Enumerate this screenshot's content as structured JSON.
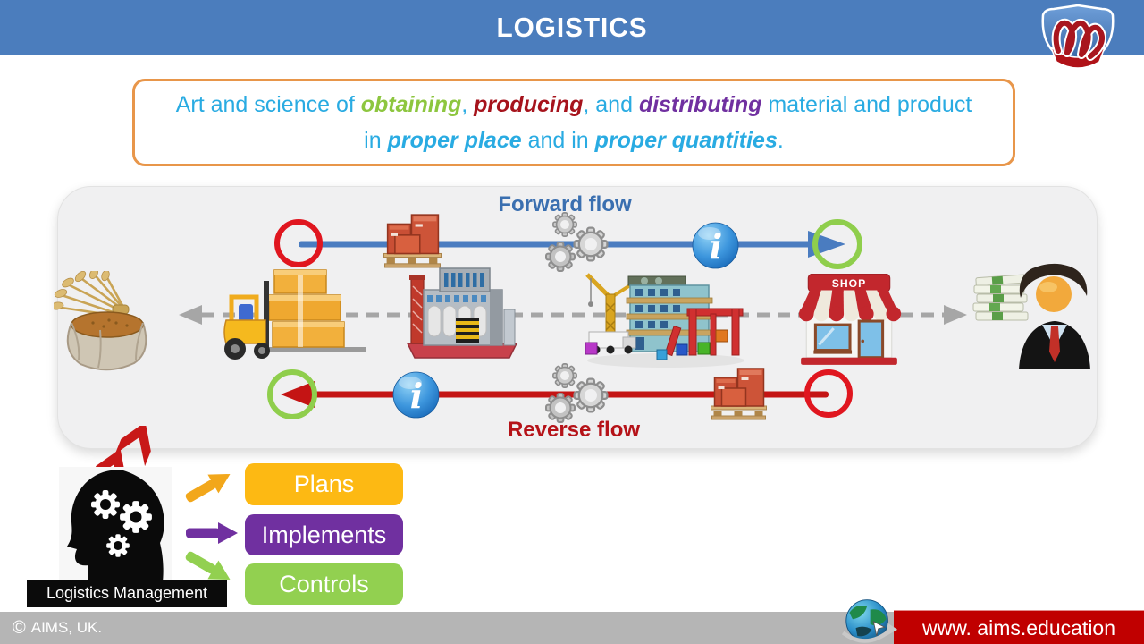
{
  "header": {
    "title": "LOGISTICS"
  },
  "logo": {
    "icon": "aims-crest-icon"
  },
  "definition": {
    "palette": {
      "blue": "#29abe2",
      "green": "#8dc63f",
      "red": "#a6131c",
      "purple": "#7030a0"
    },
    "border_color": "#e8964a",
    "lines": [
      [
        {
          "text": "Art and science of ",
          "color": "blue",
          "bold": false,
          "italic": false
        },
        {
          "text": "obtaining",
          "color": "green",
          "bold": true,
          "italic": true
        },
        {
          "text": ", ",
          "color": "blue",
          "bold": false,
          "italic": false
        },
        {
          "text": "producing",
          "color": "red",
          "bold": true,
          "italic": true
        },
        {
          "text": ", and ",
          "color": "blue",
          "bold": false,
          "italic": false
        },
        {
          "text": "distributing",
          "color": "purple",
          "bold": true,
          "italic": true
        },
        {
          "text": " material and product",
          "color": "blue",
          "bold": false,
          "italic": false
        }
      ],
      [
        {
          "text": "in ",
          "color": "blue",
          "bold": false,
          "italic": false
        },
        {
          "text": "proper place",
          "color": "blue",
          "bold": true,
          "italic": true
        },
        {
          "text": " and in ",
          "color": "blue",
          "bold": false,
          "italic": false
        },
        {
          "text": "proper quantities",
          "color": "blue",
          "bold": true,
          "italic": true
        },
        {
          "text": ".",
          "color": "blue",
          "bold": false,
          "italic": false
        }
      ]
    ]
  },
  "flow_panel": {
    "forward_label": "Forward flow",
    "reverse_label": "Reverse flow",
    "forward_color": "#3a6fb0",
    "reverse_color": "#b51218",
    "arrow_blue": "#4a7cc0",
    "arrow_red": "#c41414",
    "ring_red": "#e0161f",
    "ring_green": "#8fce4c",
    "dashed_gray": "#a6a6a6",
    "panel_bg": "#f0f0f1",
    "nodes": [
      {
        "icon": "grain-sack-icon"
      },
      {
        "icon": "forklift-boxes-icon"
      },
      {
        "icon": "factory-icon"
      },
      {
        "icon": "construction-site-icon"
      },
      {
        "icon": "shop-icon",
        "sign": "SHOP"
      },
      {
        "icon": "money-customer-icon"
      }
    ],
    "forward_items": [
      "cargo-pallet-icon",
      "gears-icon",
      "info-icon"
    ],
    "reverse_items": [
      "info-icon",
      "gears-icon",
      "cargo-pallet-icon"
    ]
  },
  "management": {
    "caption": "Logistics Management",
    "head_icon": "thinking-head-gears-icon",
    "buttons": [
      {
        "label": "Plans",
        "color": "#fdb913",
        "arrow_color": "#f2a71b"
      },
      {
        "label": "Implements",
        "color": "#7030a0",
        "arrow_color": "#7030a0"
      },
      {
        "label": "Controls",
        "color": "#92d050",
        "arrow_color": "#92d050"
      }
    ]
  },
  "footer": {
    "copyright_symbol": "©",
    "copyright": "AIMS, UK.",
    "website": "www. aims.education",
    "bar_gray": "#b5b5b5",
    "bar_red": "#c00000",
    "globe_icon": "globe-icon"
  }
}
